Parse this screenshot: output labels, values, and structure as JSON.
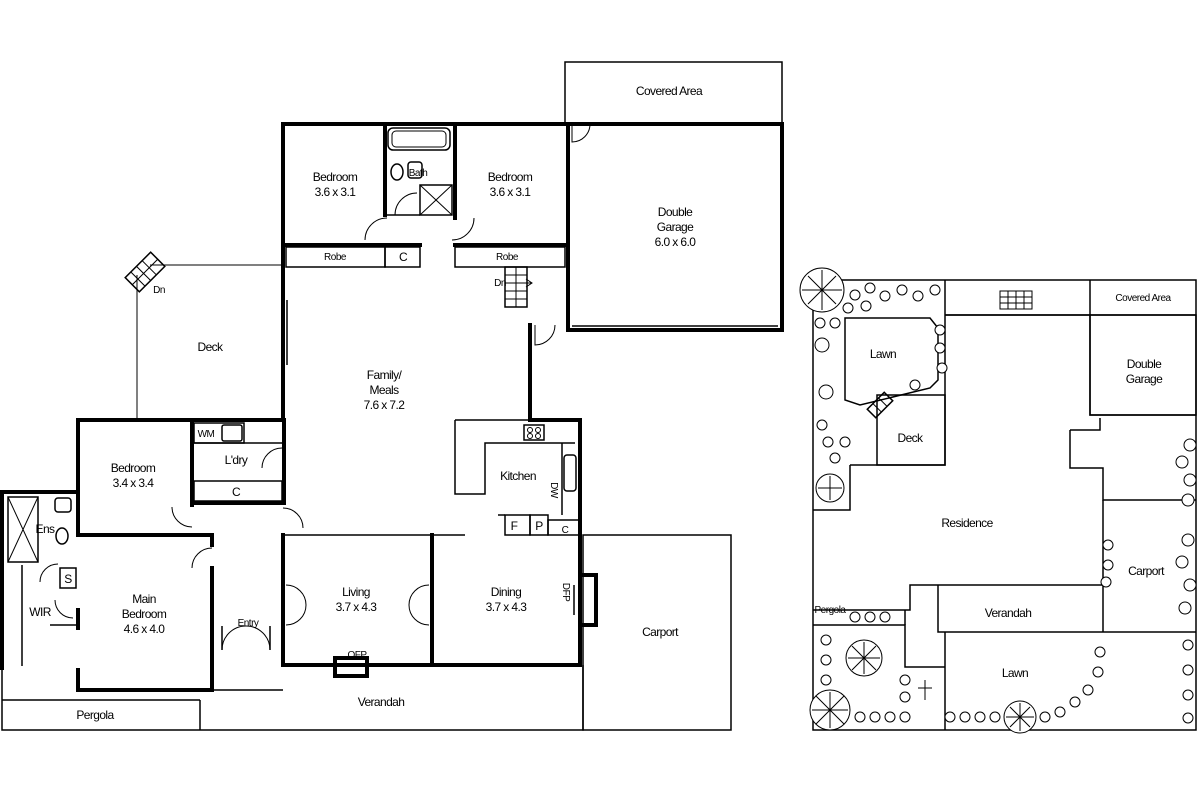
{
  "floorplan": {
    "labels": {
      "covered_area": "Covered Area",
      "bedroom_1": "Bedroom",
      "bedroom_1_dim": "3.6 x 3.1",
      "bath": "Bath",
      "bedroom_2": "Bedroom",
      "bedroom_2_dim": "3.6 x 3.1",
      "double_garage_1": "Double",
      "double_garage_2": "Garage",
      "double_garage_dim": "6.0 x 6.0",
      "robe_1": "Robe",
      "c_1": "C",
      "robe_2": "Robe",
      "dn_1": "Dn",
      "dn_2": "Dn",
      "deck": "Deck",
      "family_1": "Family/",
      "family_2": "Meals",
      "family_dim": "7.6 x 7.2",
      "wm": "WM",
      "ldry": "L'dry",
      "c_2": "C",
      "bedroom_3": "Bedroom",
      "bedroom_3_dim": "3.4 x 3.4",
      "kitchen": "Kitchen",
      "dw": "DW",
      "f": "F",
      "p": "P",
      "c_3": "C",
      "ens": "Ens",
      "s": "S",
      "wir": "WIR",
      "main_bedroom_1": "Main",
      "main_bedroom_2": "Bedroom",
      "main_bedroom_dim": "4.6 x 4.0",
      "entry": "Entry",
      "living": "Living",
      "living_dim": "3.7 x 4.3",
      "ofp": "OFP",
      "dining": "Dining",
      "dining_dim": "3.7 x 4.3",
      "dfp": "DFP",
      "carport": "Carport",
      "pergola": "Pergola",
      "verandah": "Verandah"
    }
  },
  "siteplan": {
    "labels": {
      "covered_area": "Covered Area",
      "lawn_1": "Lawn",
      "double_1": "Double",
      "double_2": "Garage",
      "deck": "Deck",
      "residence": "Residence",
      "carport": "Carport",
      "pergola": "Pergola",
      "verandah": "Verandah",
      "lawn_2": "Lawn"
    }
  }
}
